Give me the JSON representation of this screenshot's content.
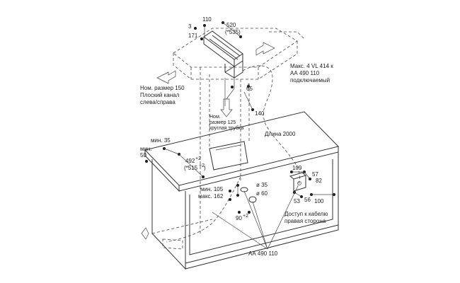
{
  "labels": {
    "w110": "110",
    "w520": "520",
    "w535": "(*535)",
    "h3": "3",
    "h171": "171",
    "d65": "65",
    "d140": "140",
    "max4": "Макс. 4 VL 414 к",
    "aa1": "АА 490 110",
    "connected": "подключаемый",
    "nom150": "Ном. размер 150",
    "flatchannel": "Плоский канал",
    "leftright": "слева/справа",
    "nom125a": "Ном.",
    "nom125b": "размер 125",
    "roundpipe": "круглая трубка",
    "length": "Длина 2000",
    "min35": "мин. 35",
    "min50a": "мин.",
    "min50b": "50",
    "d492": "492",
    "d492tol": "+2",
    "d515": "(*515",
    "d515tol": "+2",
    "d515close": ")",
    "min105": "мин. 105",
    "max162": "макс. 162",
    "phi35": "ø 35",
    "phi60": "ø 60",
    "d90": "90",
    "d90tol": "+2",
    "d109": "109",
    "d57": "57",
    "d82": "82",
    "d53": "53",
    "d56": "56",
    "d100": "100",
    "cable1": "Доступ к кабелю",
    "cable2": "правая сторона",
    "aa2": "АА 490 110"
  }
}
